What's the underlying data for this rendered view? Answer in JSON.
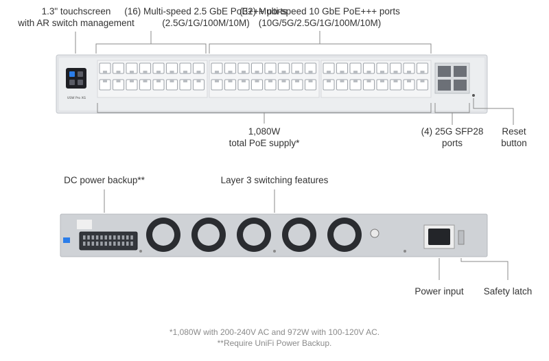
{
  "front_labels": {
    "touchscreen": [
      "1.3\" touchscreen",
      "with AR switch management"
    ],
    "ports_25g": [
      "(16) Multi-speed 2.5 GbE PoE+++ ports",
      "(2.5G/1G/100M/10M)"
    ],
    "ports_10g": [
      "(32) Multi-speed 10 GbE PoE+++ ports",
      "(10G/5G/2.5G/1G/100M/10M)"
    ],
    "poe_supply": [
      "1,080W",
      "total PoE supply*"
    ],
    "sfp28": [
      "(4) 25G SFP28",
      "ports"
    ],
    "reset": [
      "Reset",
      "button"
    ]
  },
  "rear_labels": {
    "dc_backup": "DC power backup**",
    "layer3": "Layer 3 switching features",
    "power_input": "Power input",
    "safety_latch": "Safety latch"
  },
  "footnotes": [
    "*1,080W with 200-240V AC and 972W with 100-120V AC.",
    "**Require UniFi Power Backup."
  ],
  "device": {
    "model_label": "USW Pro XG",
    "fan_count": 5,
    "port_columns": 24,
    "colors": {
      "chassis": "#e3e5e8",
      "chassis_edge": "#c3c7cc",
      "rear_panel": "#cfd2d6",
      "leader_line": "#8a8a8a",
      "screen": "#1e1f24",
      "screen_accent": "#2b7de9"
    }
  }
}
